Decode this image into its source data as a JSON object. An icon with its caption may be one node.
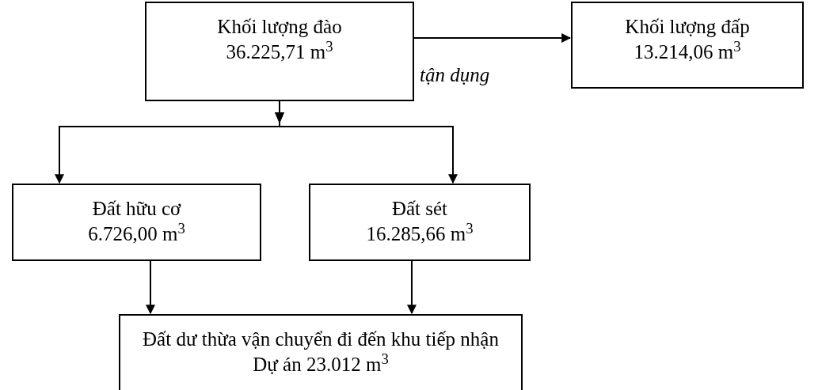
{
  "diagram": {
    "nodes": [
      {
        "text": [
          "Khối lượng đào",
          "36.225,71 m$^{3}$"
        ]
      },
      {
        "text": [
          "Khối lượng đấp",
          "13.214,06 m$^{3}$"
        ]
      },
      {
        "text": [
          "Đất hữu cơ",
          "6.726,00 m$^{3}$"
        ]
      },
      {
        "text": [
          "Đất sét",
          "16.285,66 m$^{3}$"
        ]
      },
      {
        "text": [
          "Đất dư thừa vận chuyển đi đến khu tiếp nhận",
          "Dự án 23.012 m$^{3}$"
        ]
      }
    ],
    "edges": [
      {
        "from": 0,
        "to": 1,
        "arrow": "to",
        "label": "tận dụng"
      },
      {
        "from": 0,
        "to": 2,
        "arrow": "to"
      },
      {
        "from": 0,
        "to": 3,
        "arrow": "to"
      },
      {
        "from": 2,
        "to": 4,
        "arrow": "to"
      },
      {
        "from": 3,
        "to": 4,
        "arrow": "to"
      }
    ]
  }
}
